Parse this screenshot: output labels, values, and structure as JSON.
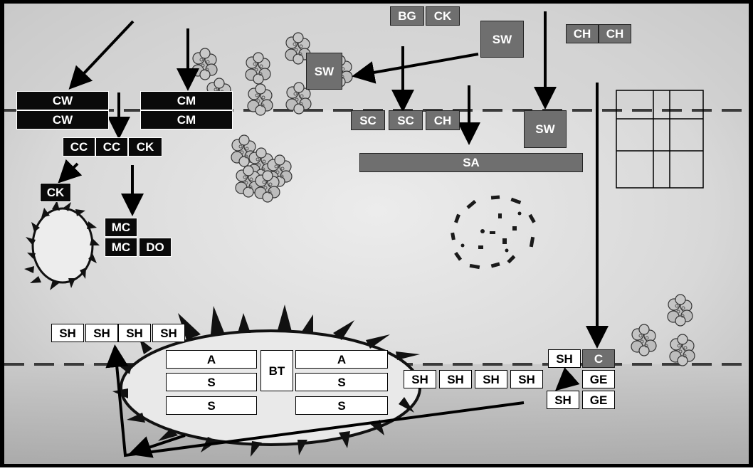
{
  "map": {
    "colors": {
      "background": "#dcdcdc",
      "black_unit": "#0a0a0a",
      "grey_unit": "#6f6f6f",
      "white_unit": "#ffffff"
    },
    "icons": {
      "tree_cluster": "tree-cluster-icon",
      "ring_of_spikes": "spiked-enclosure-icon",
      "rubble_circle": "debris-ring-icon",
      "building": "building-outline-icon",
      "arrow": "movement-arrow-icon"
    },
    "labels": {
      "bg": "BG",
      "ck": "CK",
      "sw": "SW",
      "ch": "CH",
      "cw": "CW",
      "cm": "CM",
      "cc": "CC",
      "sc": "SC",
      "sa": "SA",
      "mc": "MC",
      "do": "DO",
      "sh": "SH",
      "a": "A",
      "s": "S",
      "bt": "BT",
      "c": "C",
      "ge": "GE"
    }
  }
}
